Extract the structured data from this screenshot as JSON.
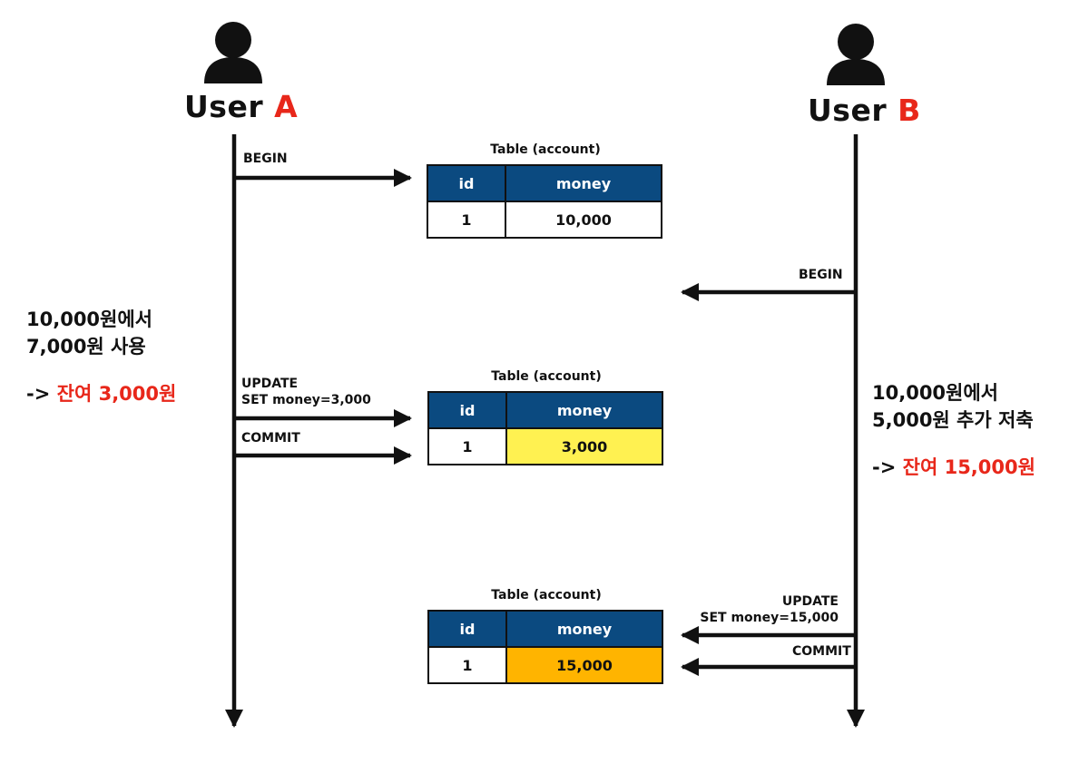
{
  "users": {
    "a": {
      "prefix": "User ",
      "letter": "A"
    },
    "b": {
      "prefix": "User ",
      "letter": "B"
    }
  },
  "messages": {
    "a_begin": "BEGIN",
    "b_begin": "BEGIN",
    "a_update_1": "UPDATE",
    "a_update_2": "SET money=3,000",
    "a_commit": "COMMIT",
    "b_update_1": "UPDATE",
    "b_update_2": "SET money=15,000",
    "b_commit": "COMMIT"
  },
  "notes": {
    "a": {
      "line1": "10,000원에서",
      "line2": "7,000원 사용",
      "arrow": "->",
      "result": "잔여 3,000원"
    },
    "b": {
      "line1": "10,000원에서",
      "line2": "5,000원 추가 저축",
      "arrow": "->",
      "result": "잔여 15,000원"
    }
  },
  "tables": [
    {
      "caption": "Table (account)",
      "headers": [
        "id",
        "money"
      ],
      "row": [
        "1",
        "10,000"
      ],
      "highlight": "none"
    },
    {
      "caption": "Table (account)",
      "headers": [
        "id",
        "money"
      ],
      "row": [
        "1",
        "3,000"
      ],
      "highlight": "yellow"
    },
    {
      "caption": "Table (account)",
      "headers": [
        "id",
        "money"
      ],
      "row": [
        "1",
        "15,000"
      ],
      "highlight": "orange"
    }
  ],
  "colors": {
    "header_bg": "#0b4a80",
    "accent_red": "#e8271a",
    "highlight_yellow": "#fff151",
    "highlight_orange": "#ffb400"
  }
}
